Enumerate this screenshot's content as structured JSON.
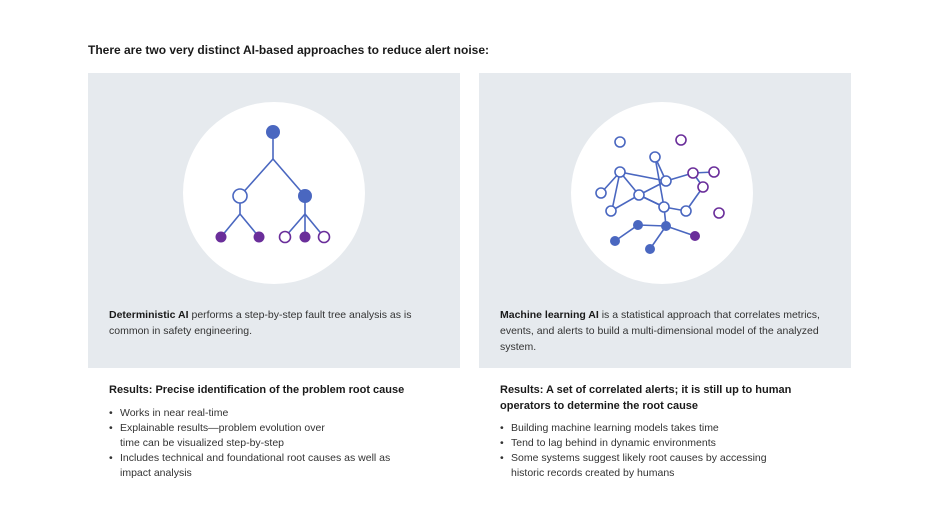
{
  "heading": "There are two very distinct AI-based approaches to reduce alert noise:",
  "colors": {
    "panel_bg": "#e6eaee",
    "node_blue": "#4a67c0",
    "node_purple": "#6a2e9a",
    "edge": "#4a67c0"
  },
  "left": {
    "illustration": "fault-tree-icon",
    "title": "Deterministic AI",
    "description": " performs a step-by-step fault tree analysis as is common in safety engineering.",
    "results_title": "Results: Precise identification of the problem root cause",
    "bullets": [
      "Works in near real-time",
      "Explainable results—problem evolution over\ntime can be visualized step-by-step",
      "Includes technical and foundational root causes as well as\nimpact analysis"
    ]
  },
  "right": {
    "illustration": "correlation-network-icon",
    "title": "Machine learning AI",
    "description": " is a statistical approach that correlates metrics, events, and alerts to build a multi-dimensional model of the analyzed system.",
    "results_title": "Results: A set of correlated alerts; it is still up to human operators to determine the root cause",
    "bullets": [
      "Building machine learning models takes time",
      "Tend to lag behind in dynamic environments",
      "Some systems suggest likely root causes by accessing\nhistoric records created by humans"
    ]
  }
}
